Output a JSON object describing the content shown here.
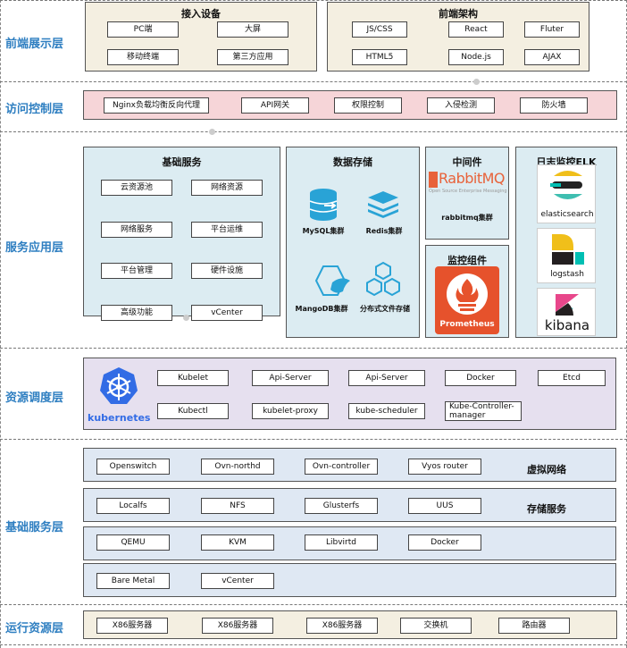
{
  "layers": {
    "frontend": "前端展示层",
    "access": "访问控制层",
    "service": "服务应用层",
    "resource": "资源调度层",
    "base": "基础服务层",
    "runtime": "运行资源层"
  },
  "frontend": {
    "devices": {
      "title": "接入设备",
      "items": [
        "PC端",
        "大屏",
        "移动终端",
        "第三方应用"
      ]
    },
    "arch": {
      "title": "前端架构",
      "items": [
        "JS/CSS",
        "React",
        "Fluter",
        "HTML5",
        "Node.js",
        "AJAX"
      ]
    }
  },
  "access": {
    "items": [
      "Nginx负载均衡反向代理",
      "API网关",
      "权限控制",
      "入侵检测",
      "防火墙"
    ]
  },
  "service": {
    "basic": {
      "title": "基础服务",
      "items": [
        "云资源池",
        "网络资源",
        "网络服务",
        "平台运维",
        "平台管理",
        "硬件设施",
        "高级功能",
        "vCenter"
      ]
    },
    "storage": {
      "title": "数据存储",
      "labels": [
        "MySQL集群",
        "Redis集群",
        "MangoDB集群",
        "分布式文件存储"
      ]
    },
    "middleware": {
      "title": "中间件",
      "logo_text": "RabbitMQ",
      "logo_sub": "Open Source Enterprise Messaging",
      "label": "rabbitmq集群"
    },
    "monitor": {
      "title": "监控组件",
      "label": "Prometheus"
    },
    "elk": {
      "title": "日志监控ELK",
      "items": [
        "elasticsearch",
        "logstash",
        "kibana"
      ]
    }
  },
  "resource": {
    "k8s_label": "kubernetes",
    "items": [
      "Kubelet",
      "Api-Server",
      "Api-Server",
      "Docker",
      "Etcd",
      "Kubectl",
      "kubelet-proxy",
      "kube-scheduler",
      "Kube-Controller-manager"
    ]
  },
  "base": {
    "rows": [
      {
        "items": [
          "Openswitch",
          "Ovn-northd",
          "Ovn-controller",
          "Vyos router"
        ],
        "label": "虚拟网络"
      },
      {
        "items": [
          "Localfs",
          "NFS",
          "Glusterfs",
          "UUS"
        ],
        "label": "存储服务"
      },
      {
        "items": [
          "QEMU",
          "KVM",
          "Libvirtd",
          "Docker"
        ],
        "label": ""
      },
      {
        "items": [
          "Bare Metal",
          "vCenter"
        ],
        "label": ""
      }
    ]
  },
  "runtime": {
    "items": [
      "X86服务器",
      "X86服务器",
      "X86服务器",
      "交换机",
      "路由器"
    ]
  },
  "colors": {
    "layer_label": "#2f7fc1",
    "frontend_bg": "#f4efe1",
    "access_bg": "#f6d5d8",
    "service_bg": "#dcecf2",
    "resource_bg": "#e6e0ef",
    "base_bg": "#dfe8f3",
    "k8s": "#326ce5"
  }
}
